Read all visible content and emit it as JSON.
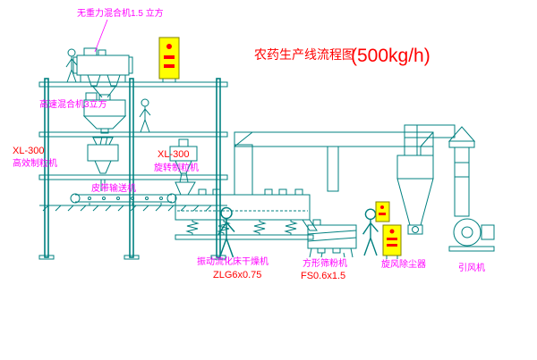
{
  "title": {
    "text": "农药生产线流程图",
    "capacity": "(500kg/h)"
  },
  "labels": {
    "gravity_mixer": "无重力混合机1.5 立方",
    "high_speed_mixer": "高速混合机3立方",
    "granulator_left_model": "XL-300",
    "granulator_left": "高效制粒机",
    "granulator_mid_model": "XL-300",
    "granulator_mid": "旋转制粒机",
    "belt_conveyor": "皮带输送机",
    "dryer": "振动流化床干燥机",
    "dryer_model": "ZLG6x0.75",
    "sifter": "方形筛粉机",
    "sifter_model": "FS0.6x1.5",
    "cyclone": "旋风除尘器",
    "fan": "引风机"
  },
  "colors": {
    "line": "#008080",
    "label": "#FF00FF",
    "accent": "#FF0000",
    "cabinet_fill": "#FFFF00",
    "background": "#FFFFFF"
  }
}
